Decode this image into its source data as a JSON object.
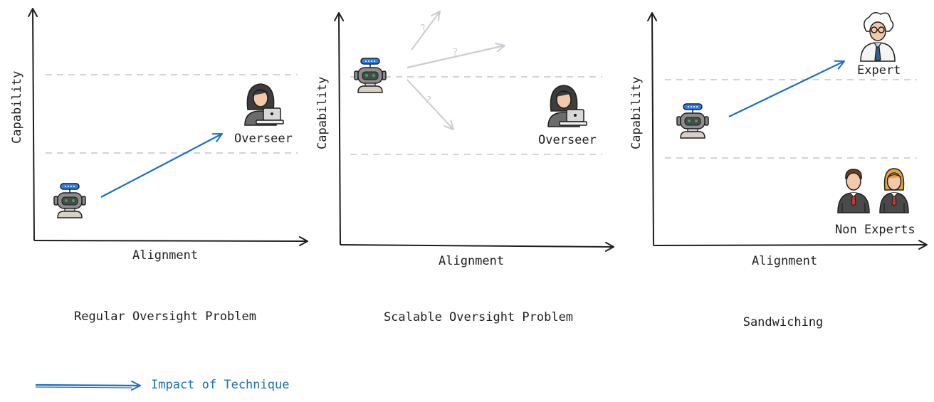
{
  "colors": {
    "axis": "#1e1e1e",
    "technique_arrow": "#1c6fc0",
    "uncertain_arrow": "#c8cdd3",
    "dashed_line": "#d4d4d4",
    "bubble": "#2f80ed"
  },
  "panels": [
    {
      "caption": "Regular Oversight Problem",
      "x_axis_label": "Alignment",
      "y_axis_label": "Capability",
      "roles": [
        "Overseer"
      ],
      "icons": [
        "robot-icon",
        "overseer-icon"
      ]
    },
    {
      "caption": "Scalable Oversight Problem",
      "x_axis_label": "Alignment",
      "y_axis_label": "Capability",
      "roles": [
        "Overseer"
      ],
      "unknown_marks": [
        "?",
        "?",
        "?"
      ],
      "icons": [
        "robot-icon",
        "overseer-icon"
      ]
    },
    {
      "caption": "Sandwiching",
      "x_axis_label": "Alignment",
      "y_axis_label": "Capability",
      "roles": [
        "Expert",
        "Non Experts"
      ],
      "icons": [
        "robot-icon",
        "expert-icon",
        "non-expert-man-icon",
        "non-expert-woman-icon"
      ]
    }
  ],
  "legend": {
    "label": "Impact of Technique"
  }
}
